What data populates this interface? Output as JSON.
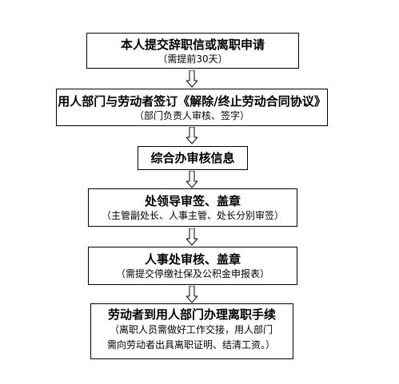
{
  "steps": [
    {
      "title": "本人提交辞职信或离职申请",
      "note": "（需提前30天）"
    },
    {
      "title": "用人部门与劳动者签订《解除/终止劳动合同协议》",
      "note": "（部门负责人审核、签字）"
    },
    {
      "title": "综合办审核信息",
      "note": ""
    },
    {
      "title": "处领导审签、盖章",
      "note": "（主管副处长、人事主管、处长分别审签）"
    },
    {
      "title": "人事处审核、盖章",
      "note": "（需提交停缴社保及公积金申报表）"
    },
    {
      "title": "劳动者到用人部门办理离职手续",
      "note_lines": [
        "（离职人员需做好工作交接，用人部门",
        "需向劳动者出具离职证明、结清工资。）"
      ]
    }
  ]
}
